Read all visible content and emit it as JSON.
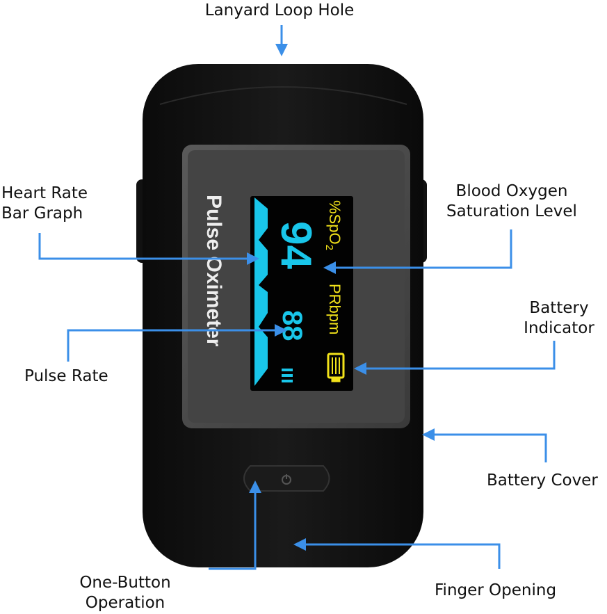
{
  "labels": {
    "lanyard": "Lanyard Loop Hole",
    "heart_rate_1": "Heart Rate",
    "heart_rate_2": "Bar Graph",
    "spo2_1": "Blood Oxygen",
    "spo2_2": "Saturation Level",
    "battery_1": "Battery",
    "battery_2": "Indicator",
    "pulse_rate": "Pulse Rate",
    "battery_cover": "Battery Cover",
    "button_1": "One-Button",
    "button_2": "Operation",
    "finger": "Finger Opening"
  },
  "device": {
    "brand_text": "Pulse Oximeter",
    "spo2_label": "%SpO",
    "spo2_sub": "2",
    "spo2_value": "94",
    "pr_label": "PRbpm",
    "pr_value": "88",
    "power_icon": "power-icon"
  },
  "colors": {
    "arrow": "#3b8fe8",
    "display_cyan": "#19c6ea",
    "display_yellow": "#f2e21a"
  }
}
